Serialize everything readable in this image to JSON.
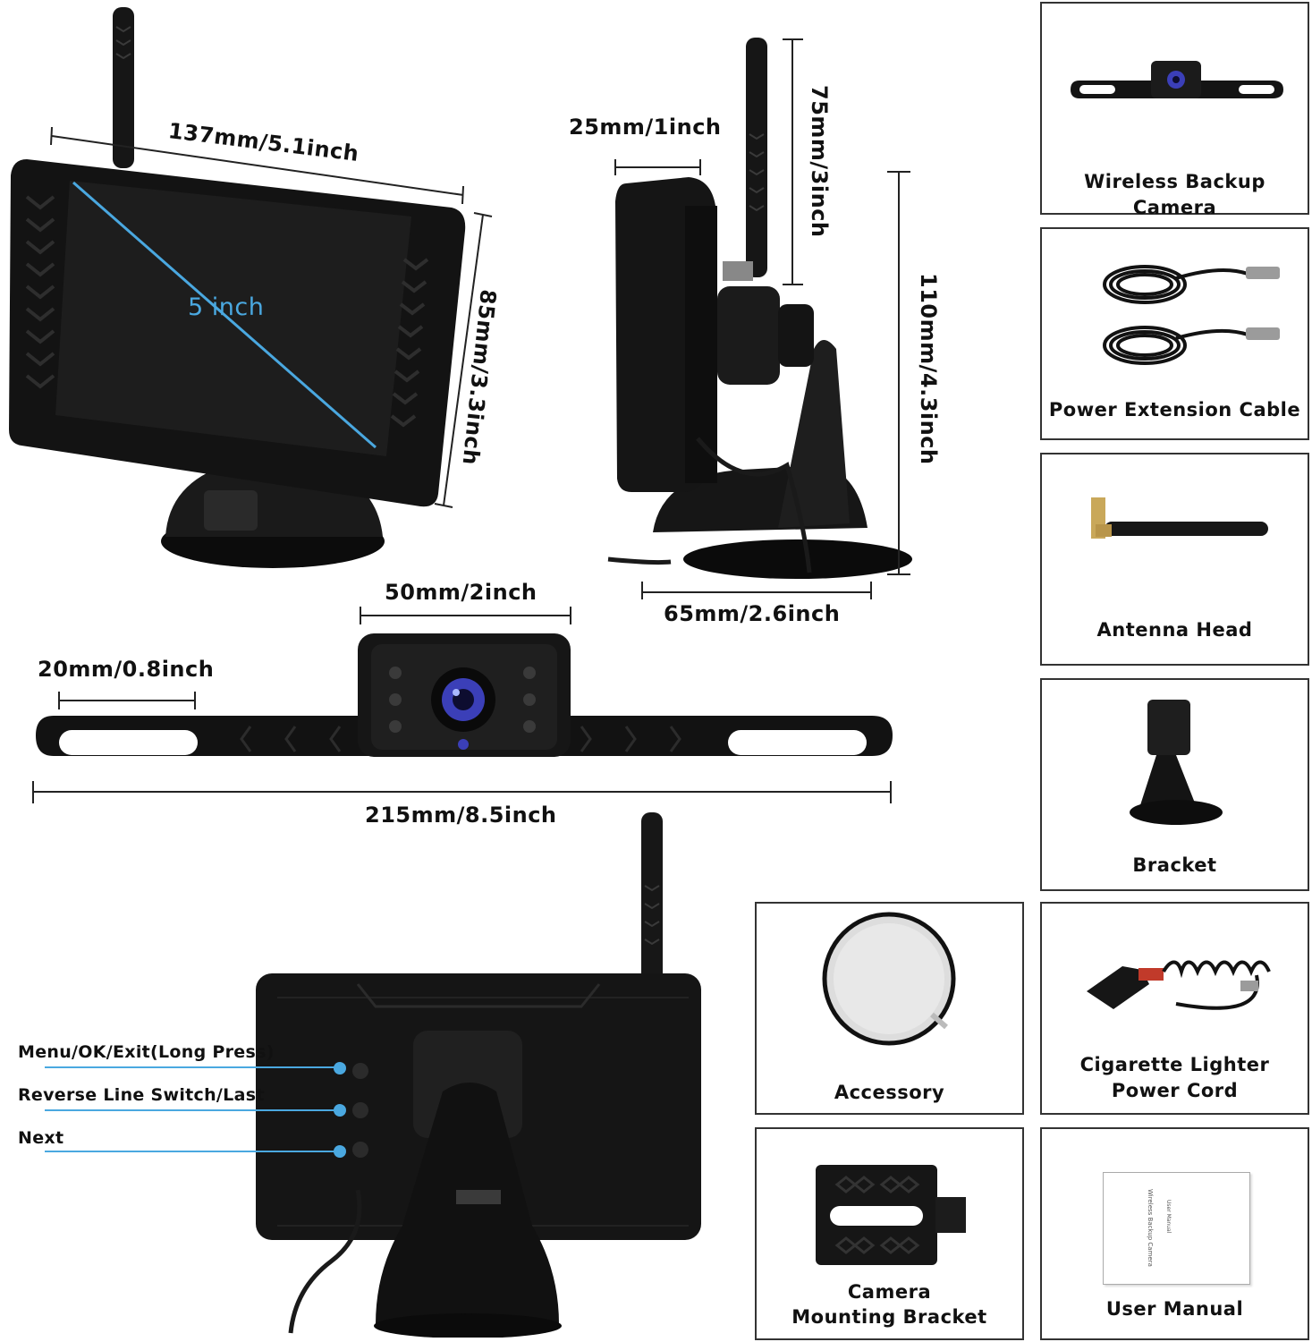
{
  "dimensions": {
    "monitor_width": "137mm/5.1inch",
    "screen_diagonal": "5 inch",
    "monitor_height": "85mm/3.3inch",
    "side_depth": "25mm/1inch",
    "antenna_length": "75mm/3inch",
    "total_height": "110mm/4.3inch",
    "base_width": "65mm/2.6inch",
    "camera_width": "50mm/2inch",
    "bracket_height": "20mm/0.8inch",
    "bracket_width": "215mm/8.5inch"
  },
  "buttons": [
    {
      "label": "Menu/OK/Exit(Long Press)"
    },
    {
      "label": "Reverse Line Switch/Last"
    },
    {
      "label": "Next"
    }
  ],
  "accessories": [
    {
      "label": "Wireless Backup Camera",
      "icon": "backup-camera-icon"
    },
    {
      "label": "Power Extension Cable",
      "icon": "cable-icon"
    },
    {
      "label": "Antenna Head",
      "icon": "antenna-icon"
    },
    {
      "label": "Bracket",
      "icon": "suction-bracket-icon"
    },
    {
      "label": "Accessory",
      "icon": "adhesive-disc-icon"
    },
    {
      "label": "Cigarette Lighter Power Cord",
      "line1": "Cigarette Lighter",
      "line2": "Power Cord",
      "icon": "car-charger-icon"
    },
    {
      "label": "Camera Mounting Bracket",
      "line1": "Camera",
      "line2": "Mounting Bracket",
      "icon": "mounting-plate-icon"
    },
    {
      "label": "User Manual",
      "icon": "manual-icon"
    }
  ],
  "manual_cover": {
    "title": "Wireless Backup Camera",
    "subtitle": "User Manual"
  },
  "colors": {
    "accent_blue": "#4aa8e0",
    "device_black": "#111111",
    "border": "#333333"
  }
}
